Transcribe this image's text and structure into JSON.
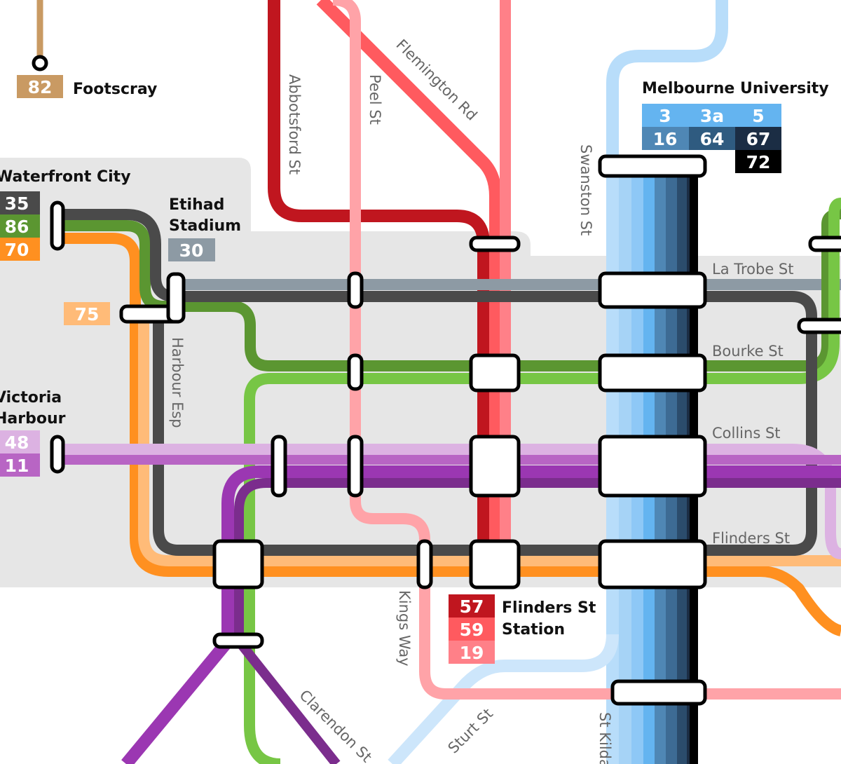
{
  "colors": {
    "cbd_zone": "#e6e6e6",
    "flemington_rd": "#c0161f",
    "route_59": "#ff5a5f",
    "route_19": "#ff8088",
    "peel_st": "#ffa3a8",
    "route_57_dark": "#c0161f",
    "la_trobe": "#8d9aa4",
    "route_35": "#4a4a4a",
    "route_86": "#5b9631",
    "route_70": "#ff9020",
    "route_75": "#ffbb78",
    "route_48": "#dcb2e2",
    "route_11": "#b865c4",
    "collins_purple": "#9b37b2",
    "collins_dark": "#7a2a8c",
    "clarendon": "#7b2d8d",
    "green_light": "#77c645",
    "swanston_light": "#b8ddfa",
    "sturt": "#cde6fb",
    "route_82": "#c99a63"
  },
  "routes": {
    "footscray": {
      "number": "82",
      "color": "#c99a63"
    },
    "waterfront": [
      {
        "number": "35",
        "color": "#4a4a4a"
      },
      {
        "number": "86",
        "color": "#5b9631"
      },
      {
        "number": "70",
        "color": "#ff9020"
      }
    ],
    "etihad": {
      "number": "30",
      "color": "#8d9aa4"
    },
    "harbour_esp": {
      "number": "75",
      "color": "#ffbb78"
    },
    "victoria_harbour": [
      {
        "number": "48",
        "color": "#dcb2e2"
      },
      {
        "number": "11",
        "color": "#b865c4"
      }
    ],
    "melbourne_university": [
      {
        "number": "3",
        "color": "#64b4f0"
      },
      {
        "number": "3a",
        "color": "#64b4f0"
      },
      {
        "number": "5",
        "color": "#64b4f0"
      },
      {
        "number": "16",
        "color": "#4f87b5"
      },
      {
        "number": "64",
        "color": "#2f5b80"
      },
      {
        "number": "67",
        "color": "#1b2d44"
      },
      {
        "number": "72",
        "color": "#000000"
      }
    ],
    "flinders_st_station": [
      {
        "number": "57",
        "color": "#c0161f"
      },
      {
        "number": "59",
        "color": "#ff5a5f"
      },
      {
        "number": "19",
        "color": "#ff8088"
      }
    ]
  },
  "stops": {
    "footscray": "Footscray",
    "waterfront": "Waterfront City",
    "etihad_line1": "Etihad",
    "etihad_line2": "Stadium",
    "victoria_line1": "Victoria",
    "victoria_line2": "Harbour",
    "melbourne_university": "Melbourne University",
    "flinders_line1": "Flinders St",
    "flinders_line2": "Station"
  },
  "streets": {
    "abbotsford": "Abbotsford St",
    "peel": "Peel St",
    "flemington": "Flemington Rd",
    "swanston": "Swanston St",
    "la_trobe": "La Trobe St",
    "bourke": "Bourke St",
    "collins": "Collins St",
    "flinders": "Flinders St",
    "harbour_esp": "Harbour Esp",
    "kings_way": "Kings Way",
    "clarendon": "Clarendon St",
    "sturt": "Sturt St",
    "st_kilda": "St Kilda Rd"
  }
}
